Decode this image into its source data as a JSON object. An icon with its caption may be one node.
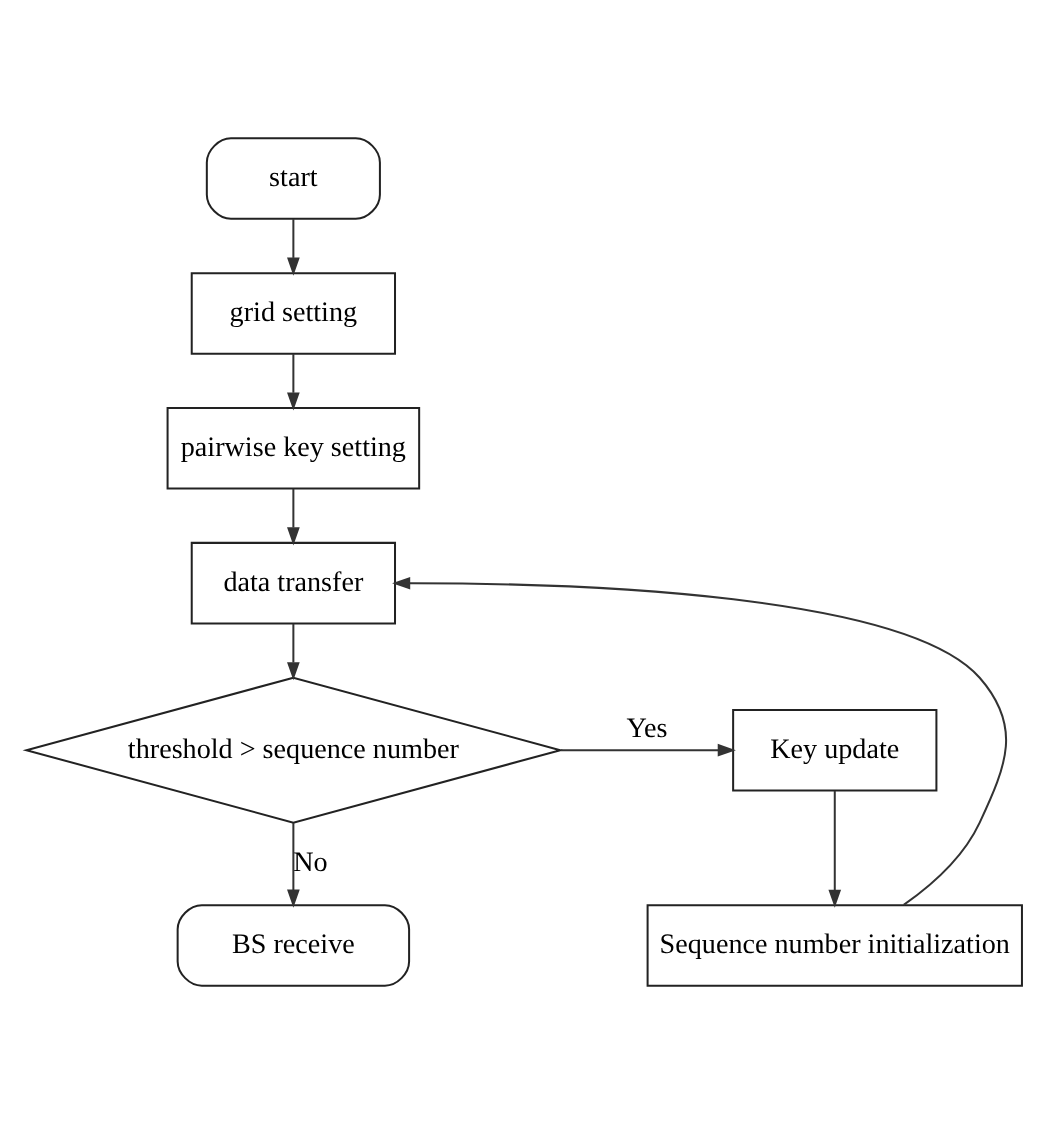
{
  "diagram": {
    "nodes": [
      {
        "text": [
          "start"
        ]
      },
      {
        "text": [
          "grid setting"
        ]
      },
      {
        "text": [
          "pairwise key setting"
        ]
      },
      {
        "text": [
          "data transfer"
        ]
      },
      {
        "text": [
          "threshold > sequence number"
        ]
      },
      {
        "text": [
          "Key update"
        ]
      },
      {
        "text": [
          "Sequence number initialization"
        ]
      },
      {
        "text": [
          "BS receive"
        ]
      }
    ],
    "edges": [
      {
        "from": 0,
        "to": 1,
        "arrow": "to"
      },
      {
        "from": 1,
        "to": 2,
        "arrow": "to"
      },
      {
        "from": 2,
        "to": 3,
        "arrow": "to"
      },
      {
        "from": 3,
        "to": 4,
        "arrow": "to"
      },
      {
        "from": 4,
        "to": 5,
        "arrow": "to",
        "label": "Yes"
      },
      {
        "from": 5,
        "to": 6,
        "arrow": "to"
      },
      {
        "from": 4,
        "to": 7,
        "arrow": "to",
        "label": "No"
      },
      {
        "from": 6,
        "to": 3,
        "arrow": "to"
      }
    ]
  }
}
